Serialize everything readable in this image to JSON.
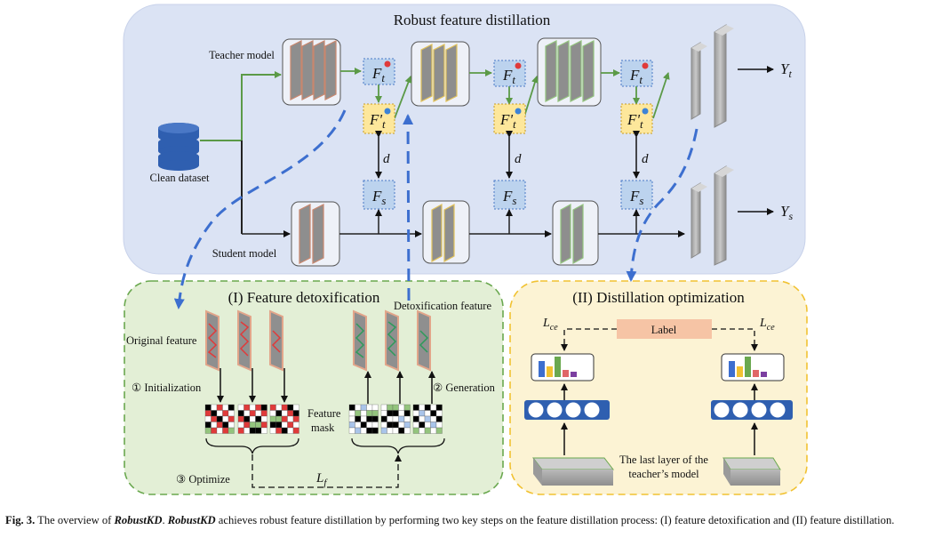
{
  "top_panel": {
    "title": "Robust feature distillation",
    "teacher_label": "Teacher model",
    "student_label": "Student model",
    "dataset_label": "Clean dataset",
    "distance_label": "d",
    "teacher_feature": "F",
    "teacher_feature_sub": "t",
    "detox_feature": "F'",
    "detox_feature_sub": "t",
    "student_feature": "F",
    "student_feature_sub": "s",
    "teacher_output": "Y",
    "teacher_output_sub": "t",
    "student_output": "Y",
    "student_output_sub": "s"
  },
  "panel_detox": {
    "title": "(I) Feature detoxification",
    "original_feature": "Original feature",
    "detox_feature": "Detoxification feature",
    "step1": "① Initialization",
    "step2": "② Generation",
    "step3": "③ Optimize",
    "mask_label_1": "Feature",
    "mask_label_2": "mask",
    "loss_label": "L",
    "loss_sub": "f"
  },
  "panel_distill": {
    "title": "(II) Distillation optimization",
    "label_box": "Label",
    "loss_left": "L",
    "loss_left_sub": "ce",
    "loss_right": "L",
    "loss_right_sub": "ce",
    "last_layer_1": "The last layer of the",
    "last_layer_2": "teacher’s  model"
  },
  "caption": {
    "fig": "Fig. 3.",
    "t1": " The overview of ",
    "name1": "RobustKD",
    "t2": ". ",
    "name2": "RobustKD",
    "t3": " achieves robust feature distillation by performing two key steps on the feature distillation process: (I) feature detoxification and (II) feature distillation."
  },
  "colors": {
    "top_panel_bg": "#dbe3f4",
    "detox_panel_bg": "#e3efd6",
    "detox_border": "#6aa84f",
    "distill_panel_bg": "#fcf3d4",
    "distill_border": "#f1c232",
    "feature_box": "#bcd3ee",
    "detox_box": "#fde79b",
    "arrow_green": "#5b9a47",
    "dash_blue": "#3d6fcf",
    "label_box": "#f6c4a5",
    "node_blue": "#2f5fb0"
  }
}
